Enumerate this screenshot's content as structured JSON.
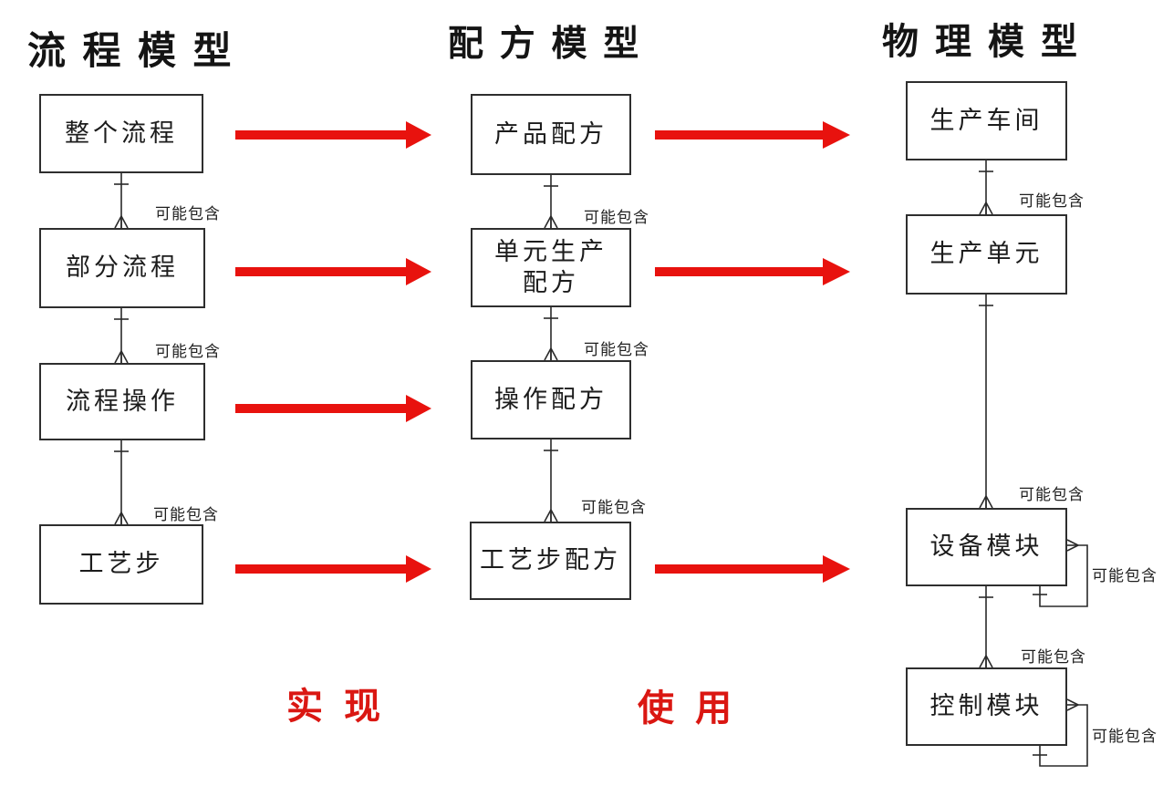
{
  "diagram": {
    "columns": [
      {
        "title": "流 程 模 型",
        "boxes": [
          "整个流程",
          "部分流程",
          "流程操作",
          "工艺步"
        ]
      },
      {
        "title": "配 方 模 型",
        "boxes": [
          "产品配方",
          "单元生产\n配方",
          "操作配方",
          "工艺步配方"
        ]
      },
      {
        "title": "物 理 模 型",
        "boxes": [
          "生产车间",
          "生产单元",
          "设备模块",
          "控制模块"
        ]
      }
    ],
    "contain_label": "可能包含",
    "relation_labels": {
      "implement": "实 现",
      "use": "使 用"
    },
    "colors": {
      "arrow_red": "#e8120e",
      "label_red": "#da1712",
      "line": "#2a2a2a"
    }
  }
}
